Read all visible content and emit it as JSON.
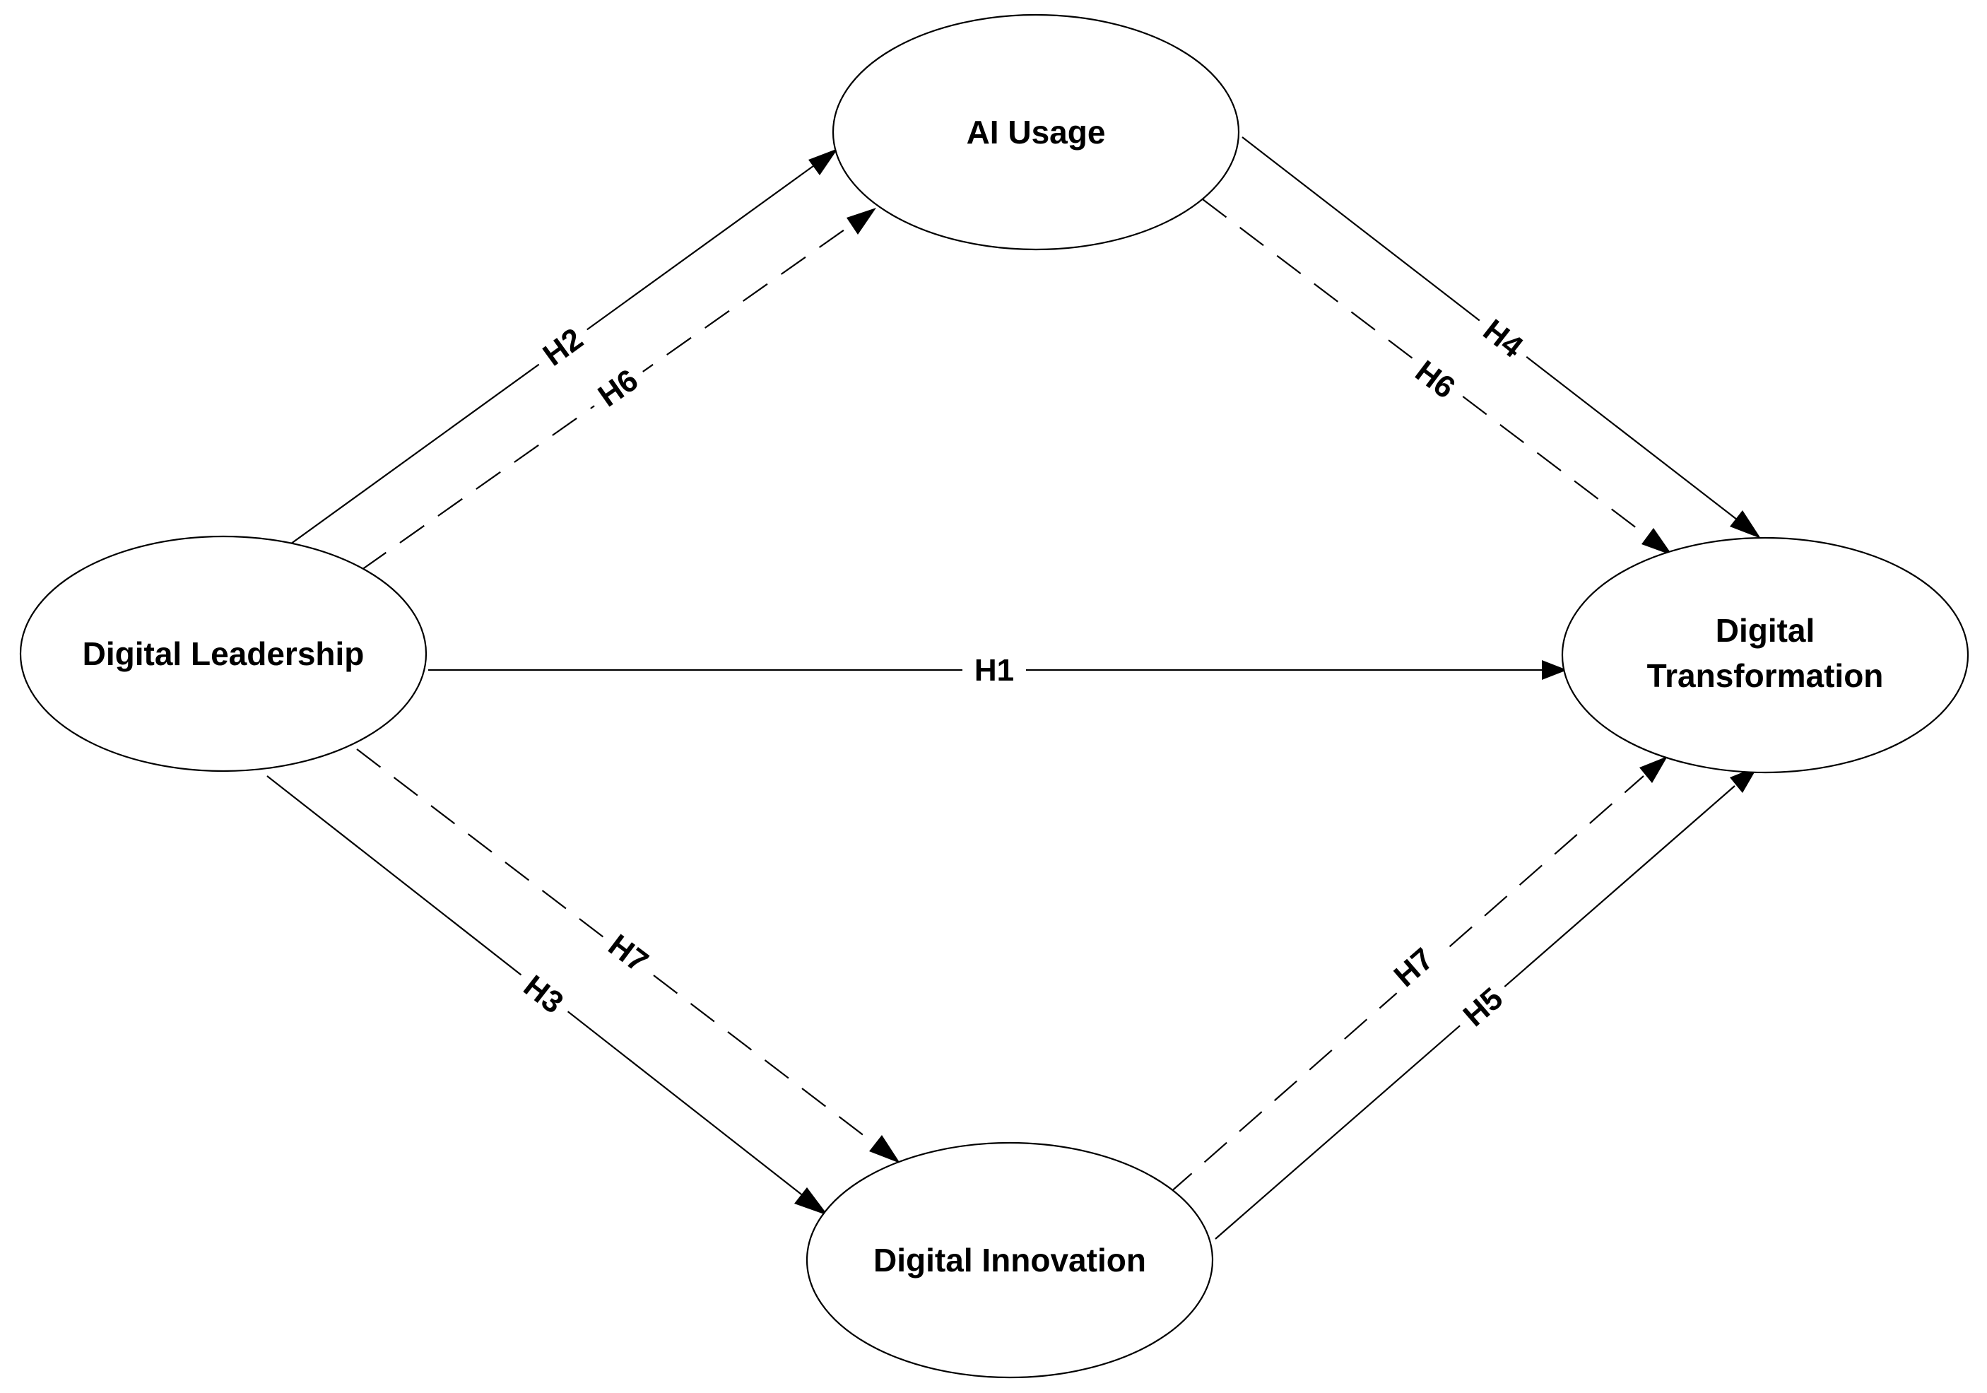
{
  "nodes": {
    "digital_leadership": {
      "label": "Digital Leadership"
    },
    "ai_usage": {
      "label": "AI Usage"
    },
    "digital_transformation": {
      "label_line1": "Digital",
      "label_line2": "Transformation"
    },
    "digital_innovation": {
      "label": "Digital Innovation"
    }
  },
  "edges": [
    {
      "id": "H1",
      "label": "H1",
      "from": "Digital Leadership",
      "to": "Digital Transformation",
      "style": "solid"
    },
    {
      "id": "H2",
      "label": "H2",
      "from": "Digital Leadership",
      "to": "AI Usage",
      "style": "solid"
    },
    {
      "id": "H3",
      "label": "H3",
      "from": "Digital Leadership",
      "to": "Digital Innovation",
      "style": "solid"
    },
    {
      "id": "H4",
      "label": "H4",
      "from": "AI Usage",
      "to": "Digital Transformation",
      "style": "solid"
    },
    {
      "id": "H5",
      "label": "H5",
      "from": "Digital Innovation",
      "to": "Digital Transformation",
      "style": "solid"
    },
    {
      "id": "H6a",
      "label": "H6",
      "from": "Digital Leadership",
      "to": "AI Usage",
      "style": "dashed"
    },
    {
      "id": "H6b",
      "label": "H6",
      "from": "AI Usage",
      "to": "Digital Transformation",
      "style": "dashed"
    },
    {
      "id": "H7a",
      "label": "H7",
      "from": "Digital Leadership",
      "to": "Digital Innovation",
      "style": "dashed"
    },
    {
      "id": "H7b",
      "label": "H7",
      "from": "Digital Innovation",
      "to": "Digital Transformation",
      "style": "dashed"
    }
  ],
  "colors": {
    "stroke": "#000000",
    "fill": "#ffffff",
    "background": "#ffffff"
  }
}
